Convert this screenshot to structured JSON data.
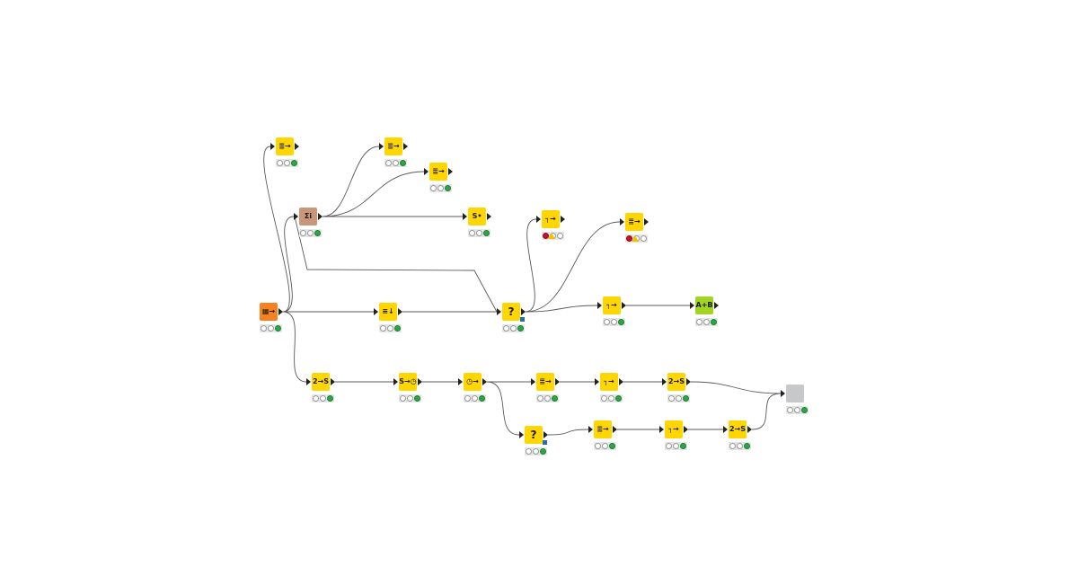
{
  "colors": {
    "manipulator": "#ffd600",
    "source": "#f58220",
    "aggregator": "#c9967a",
    "writer": "#a3d424",
    "component": "#c6c8ca",
    "edge": "#5a5a5a"
  },
  "nodes": [
    {
      "id": "n1",
      "type": "manipulator",
      "icon": "column-filter-icon",
      "glyph": "≣→",
      "status": [
        "off",
        "off",
        "green"
      ]
    },
    {
      "id": "n2",
      "type": "manipulator",
      "icon": "column-filter-icon",
      "glyph": "≣→",
      "status": [
        "off",
        "off",
        "green"
      ]
    },
    {
      "id": "n3",
      "type": "manipulator",
      "icon": "column-filter-icon",
      "glyph": "≣→",
      "status": [
        "off",
        "off",
        "green"
      ]
    },
    {
      "id": "n4",
      "type": "aggregator",
      "icon": "group-by-icon",
      "glyph": "Σi",
      "status": [
        "off",
        "off",
        "green"
      ]
    },
    {
      "id": "n5",
      "type": "manipulator",
      "icon": "string-manipulation-icon",
      "glyph": "S•",
      "status": [
        "off",
        "off",
        "green"
      ]
    },
    {
      "id": "n6",
      "type": "manipulator",
      "icon": "joiner-icon",
      "glyph": "┐→",
      "status": [
        "red",
        "warn",
        "off"
      ]
    },
    {
      "id": "n7",
      "type": "manipulator",
      "icon": "column-filter-icon",
      "glyph": "≣→",
      "status": [
        "red",
        "warn",
        "off"
      ]
    },
    {
      "id": "n8",
      "type": "source",
      "icon": "table-reader-icon",
      "glyph": "▦→",
      "status": [
        "off",
        "off",
        "green"
      ]
    },
    {
      "id": "n9",
      "type": "manipulator",
      "icon": "row-filter-icon",
      "glyph": "≡↓",
      "status": [
        "off",
        "off",
        "green"
      ]
    },
    {
      "id": "n10",
      "type": "manipulator",
      "icon": "rule-engine-icon",
      "glyph": "?",
      "status": [
        "off",
        "off",
        "green"
      ]
    },
    {
      "id": "n11",
      "type": "manipulator",
      "icon": "joiner-icon",
      "glyph": "┐→",
      "status": [
        "off",
        "off",
        "green"
      ]
    },
    {
      "id": "n12",
      "type": "writer",
      "icon": "concatenate-icon",
      "glyph": "A+B",
      "status": [
        "off",
        "off",
        "green"
      ]
    },
    {
      "id": "n13",
      "type": "manipulator",
      "icon": "number-to-string-icon",
      "glyph": "2→S",
      "status": [
        "off",
        "off",
        "green"
      ]
    },
    {
      "id": "n14",
      "type": "manipulator",
      "icon": "string-to-date-icon",
      "glyph": "S→◷",
      "status": [
        "off",
        "off",
        "green"
      ]
    },
    {
      "id": "n15",
      "type": "manipulator",
      "icon": "date-time-shift-icon",
      "glyph": "◷→",
      "status": [
        "off",
        "off",
        "green"
      ]
    },
    {
      "id": "n16",
      "type": "manipulator",
      "icon": "column-filter-icon",
      "glyph": "≣→",
      "status": [
        "off",
        "off",
        "green"
      ]
    },
    {
      "id": "n17",
      "type": "manipulator",
      "icon": "joiner-icon",
      "glyph": "┐→",
      "status": [
        "off",
        "off",
        "green"
      ]
    },
    {
      "id": "n18",
      "type": "manipulator",
      "icon": "number-to-string-icon",
      "glyph": "2→S",
      "status": [
        "off",
        "off",
        "green"
      ]
    },
    {
      "id": "n19",
      "type": "component",
      "icon": "component-icon",
      "glyph": "",
      "status": [
        "off",
        "off",
        "green"
      ]
    },
    {
      "id": "n20",
      "type": "manipulator",
      "icon": "rule-engine-icon",
      "glyph": "?",
      "status": [
        "off",
        "off",
        "green"
      ]
    },
    {
      "id": "n21",
      "type": "manipulator",
      "icon": "column-filter-icon",
      "glyph": "≣→",
      "status": [
        "off",
        "off",
        "green"
      ]
    },
    {
      "id": "n22",
      "type": "manipulator",
      "icon": "joiner-icon",
      "glyph": "┐→",
      "status": [
        "off",
        "off",
        "green"
      ]
    },
    {
      "id": "n23",
      "type": "manipulator",
      "icon": "number-to-string-icon",
      "glyph": "2→S",
      "status": [
        "off",
        "off",
        "green"
      ]
    }
  ],
  "edges": [
    [
      "n8",
      "n1"
    ],
    [
      "n8",
      "n4"
    ],
    [
      "n8",
      "n9"
    ],
    [
      "n8",
      "n13"
    ],
    [
      "n4",
      "n2"
    ],
    [
      "n4",
      "n3"
    ],
    [
      "n4",
      "n5"
    ],
    [
      "n9",
      "n10"
    ],
    [
      "n4",
      "n10"
    ],
    [
      "n10",
      "n6"
    ],
    [
      "n10",
      "n7"
    ],
    [
      "n10",
      "n11"
    ],
    [
      "n11",
      "n12"
    ],
    [
      "n13",
      "n14"
    ],
    [
      "n14",
      "n15"
    ],
    [
      "n15",
      "n16"
    ],
    [
      "n16",
      "n17"
    ],
    [
      "n17",
      "n18"
    ],
    [
      "n18",
      "n19"
    ],
    [
      "n15",
      "n20"
    ],
    [
      "n20",
      "n21"
    ],
    [
      "n21",
      "n22"
    ],
    [
      "n22",
      "n23"
    ],
    [
      "n23",
      "n19"
    ]
  ]
}
